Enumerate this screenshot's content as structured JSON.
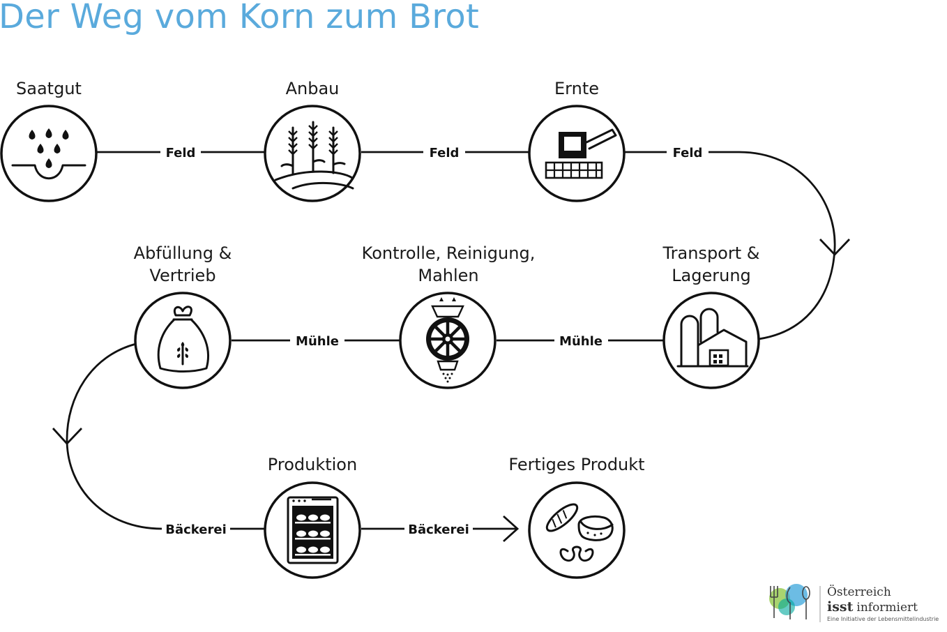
{
  "title": "Der Weg vom Korn zum Brot",
  "stations": [
    {
      "id": "saatgut",
      "title_lines": [
        "Saatgut"
      ],
      "icon": "seed-icon"
    },
    {
      "id": "anbau",
      "title_lines": [
        "Anbau"
      ],
      "icon": "wheat-field-icon"
    },
    {
      "id": "ernte",
      "title_lines": [
        "Ernte"
      ],
      "icon": "combine-harvester-icon"
    },
    {
      "id": "transport",
      "title_lines": [
        "Transport &",
        "Lagerung"
      ],
      "icon": "silo-warehouse-icon"
    },
    {
      "id": "kontrolle",
      "title_lines": [
        "Kontrolle, Reinigung,",
        "Mahlen"
      ],
      "icon": "mill-wheel-icon"
    },
    {
      "id": "abfuellung",
      "title_lines": [
        "Abfüllung &",
        "Vertrieb"
      ],
      "icon": "flour-sack-icon"
    },
    {
      "id": "produktion",
      "title_lines": [
        "Produktion"
      ],
      "icon": "oven-icon"
    },
    {
      "id": "fertig",
      "title_lines": [
        "Fertiges Produkt"
      ],
      "icon": "bread-pretzel-icon"
    }
  ],
  "connectors": [
    {
      "label": "Feld"
    },
    {
      "label": "Feld"
    },
    {
      "label": "Feld"
    },
    {
      "label": "Mühle"
    },
    {
      "label": "Mühle"
    },
    {
      "label": "Bäckerei"
    },
    {
      "label": "Bäckerei"
    }
  ],
  "logo": {
    "line1": "Österreich",
    "line2_bold": "isst",
    "line2_rest": "informiert",
    "tagline": "Eine Initiative der Lebensmittelindustrie",
    "colors": [
      "#8cc63f",
      "#2e9fd8",
      "#00a99d"
    ]
  },
  "colors": {
    "title": "#5aaadc",
    "lines": "#111111"
  }
}
